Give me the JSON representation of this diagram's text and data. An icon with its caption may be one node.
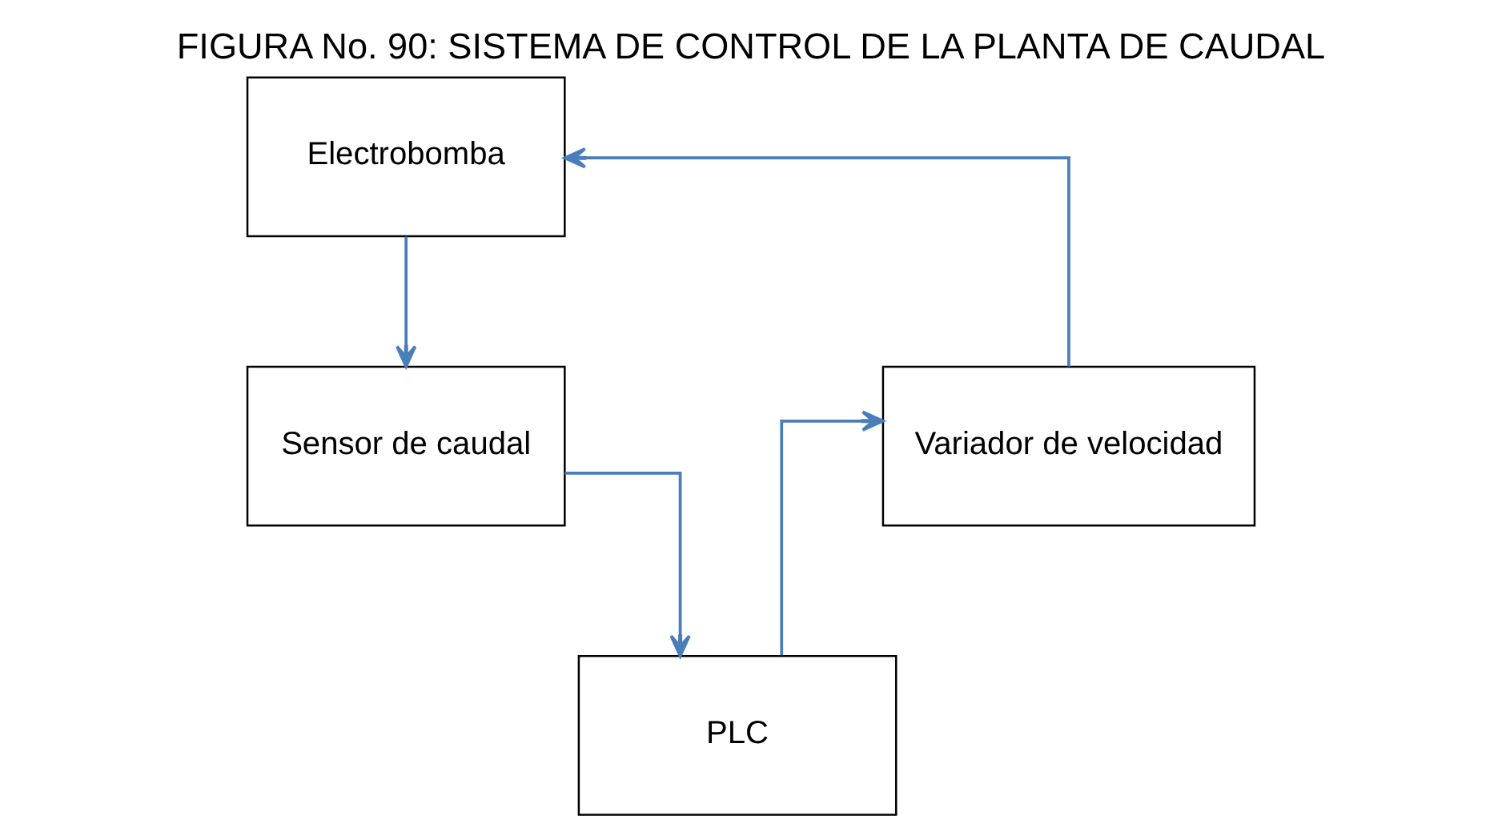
{
  "diagram": {
    "title": "FIGURA No. 90: SISTEMA DE CONTROL DE LA PLANTA DE CAUDAL",
    "nodes": [
      {
        "text": [
          "Electrobomba"
        ]
      },
      {
        "text": [
          "Sensor de caudal"
        ]
      },
      {
        "text": [
          "PLC"
        ]
      },
      {
        "text": [
          "Variador de velocidad"
        ]
      }
    ],
    "edges": [
      {
        "from": 0,
        "to": 1,
        "arrow": "to"
      },
      {
        "from": 1,
        "to": 2,
        "arrow": "to"
      },
      {
        "from": 2,
        "to": 3,
        "arrow": "to"
      },
      {
        "from": 3,
        "to": 0,
        "arrow": "to"
      }
    ]
  }
}
